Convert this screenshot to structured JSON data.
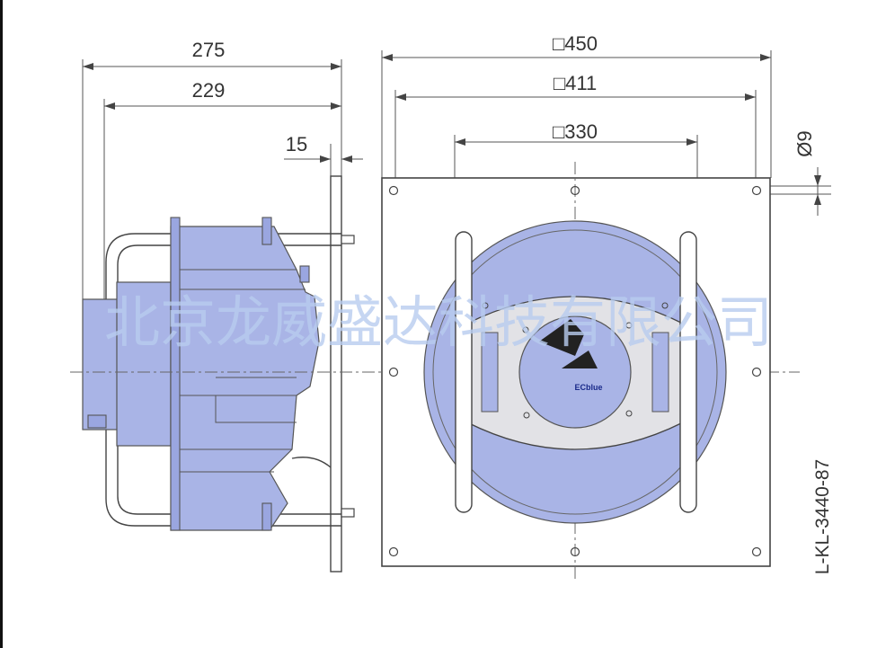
{
  "dimensions": {
    "d275": "275",
    "d229": "229",
    "d15": "15",
    "d450": "□450",
    "d411": "□411",
    "d330": "□330",
    "d9": "Ø9"
  },
  "logo_text": "ECblue",
  "drawing_number": "L-KL-3440-87",
  "watermark": "北京龙威盛达科技有限公司",
  "colors": {
    "housing": "#a9b4e6",
    "line": "#444444",
    "watermark": "#b8ccef"
  }
}
